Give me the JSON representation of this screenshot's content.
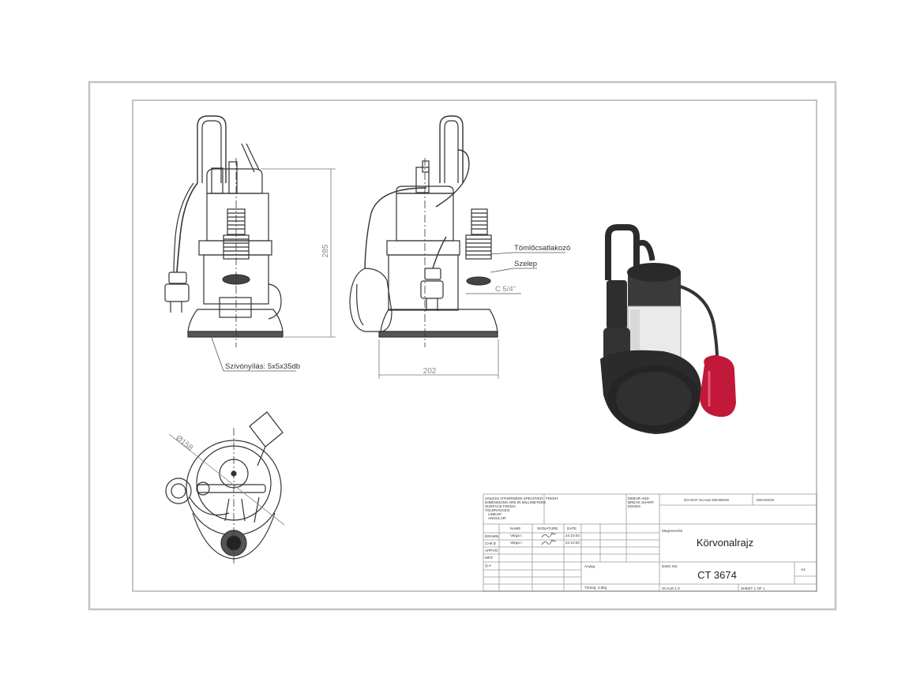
{
  "dimensions": {
    "height": "285",
    "width": "202",
    "diameter": "Ø158",
    "thread": "C 5/4\""
  },
  "callouts": {
    "hose_connector": "Tömlőcsatlakozó",
    "valve": "Szelep",
    "suction_openings": "Szívónyílás: 5x5x35db"
  },
  "title_block": {
    "unless_specified": "UNLESS OTHERWISE SPECIFIED:",
    "dimensions_mm": "DIMENSIONS ARE IN MILLIMETERS",
    "surface_finish": "SURFACE FINISH:",
    "tolerances": "TOLERANCES:",
    "linear": "LINEAR:",
    "angular": "ANGULAR:",
    "finish": "FINISH:",
    "deburr": "DEBUR AND",
    "break_sharp": "BREAK SHARP",
    "edges": "EDGES",
    "do_not_scale": "DO NOT SCALE DRAWING",
    "revision": "REVISION",
    "col_name": "NAME",
    "col_signature": "SIGNATURE",
    "col_date": "DATE",
    "row_drawn": "DRAWN",
    "row_chkd": "CHK'D",
    "row_apprvd": "APPV'D",
    "row_mfg": "MFG",
    "row_qa": "Q.A",
    "drawn_name": "Varga I.",
    "chkd_name": "Varga I.",
    "drawn_date": "24.10.03",
    "chkd_date": "24.10.03",
    "title_label": "Megnevezés",
    "title": "Körvonalrajz",
    "material_label": "Anyag",
    "dwg_label": "DWG NO.",
    "dwg_no": "CT 3674",
    "size": "A4",
    "weight": "Tömeg: 4,5kg",
    "scale": "SCALE:1:3",
    "sheet": "SHEET 1 OF 1"
  },
  "colors": {
    "frame": "#bfbfbf",
    "line": "#3a3a3a",
    "pump_dark": "#2e2e2e",
    "pump_light": "#e9e9e9",
    "float_red": "#c2183a"
  }
}
